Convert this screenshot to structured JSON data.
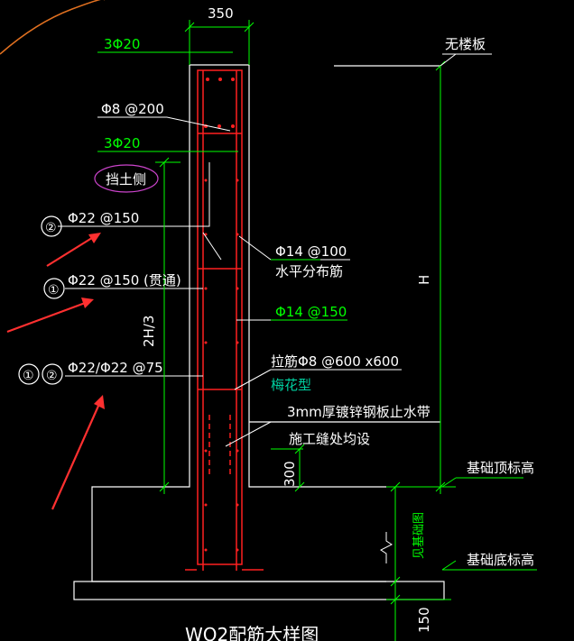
{
  "colors": {
    "background": "#000000",
    "outline": "#ffffff",
    "dimension": "#00ff00",
    "rebar": "#ff2020",
    "arrow": "#ff3030",
    "highlight_ellipse": "#cc44cc",
    "cyan_text": "#00d0a0",
    "orange_curve": "#e07020"
  },
  "labels": {
    "dim_width": "350",
    "top_bars": "3Φ20",
    "stirrup": "Φ8 @200",
    "upper_bars": "3Φ20",
    "soil_side": "挡土侧",
    "bar_2": "Φ22 @150",
    "bar_2_circle": "②",
    "bar_1": "Φ22 @150 (贯通)",
    "bar_1_circle": "①",
    "bar_12": "Φ22/Φ22 @75",
    "bar_12_circle1": "①",
    "bar_12_circle2": "②",
    "horiz_bar": "Φ14 @100",
    "horiz_bar_note": "水平分布筋",
    "horiz_bar2": "Φ14 @150",
    "tie_bar": "拉筋Φ8 @600 x600",
    "tie_pattern": "梅花型",
    "waterstop": "3mm厚镀锌钢板止水带",
    "joint_note": "施工缝处均设",
    "dim_2h3": "2H/3",
    "dim_h": "H",
    "dim_300": "300",
    "dim_150": "150",
    "no_slab": "无楼板",
    "foundation_top": "基础顶标高",
    "foundation_bottom": "基础底标高",
    "foundation_height": "见基础图",
    "title": "WQ2配筋大样图"
  }
}
